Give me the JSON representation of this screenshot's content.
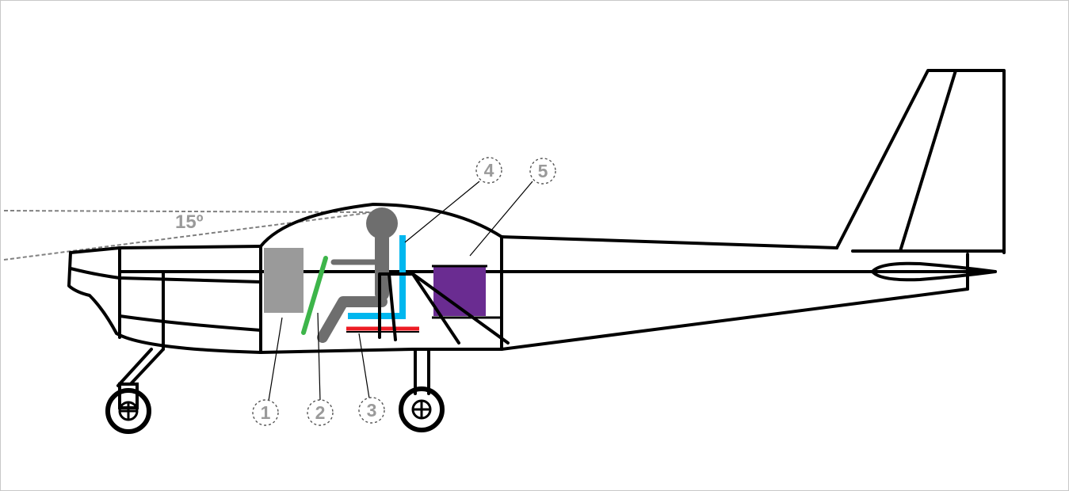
{
  "diagram": {
    "angle_label": "15º",
    "callouts": [
      {
        "id": "callout-1",
        "label": "1"
      },
      {
        "id": "callout-2",
        "label": "2"
      },
      {
        "id": "callout-3",
        "label": "3"
      },
      {
        "id": "callout-4",
        "label": "4"
      },
      {
        "id": "callout-5",
        "label": "5"
      }
    ],
    "colors": {
      "outline": "#000000",
      "block_grey": "#9a9a9a",
      "stick_green": "#3db54a",
      "seat_blue": "#00b7ef",
      "pedal_red": "#ed1c24",
      "cargo_purple": "#6a2c91",
      "figure_grey": "#6e6e6e",
      "sightline_grey": "#808080"
    }
  }
}
